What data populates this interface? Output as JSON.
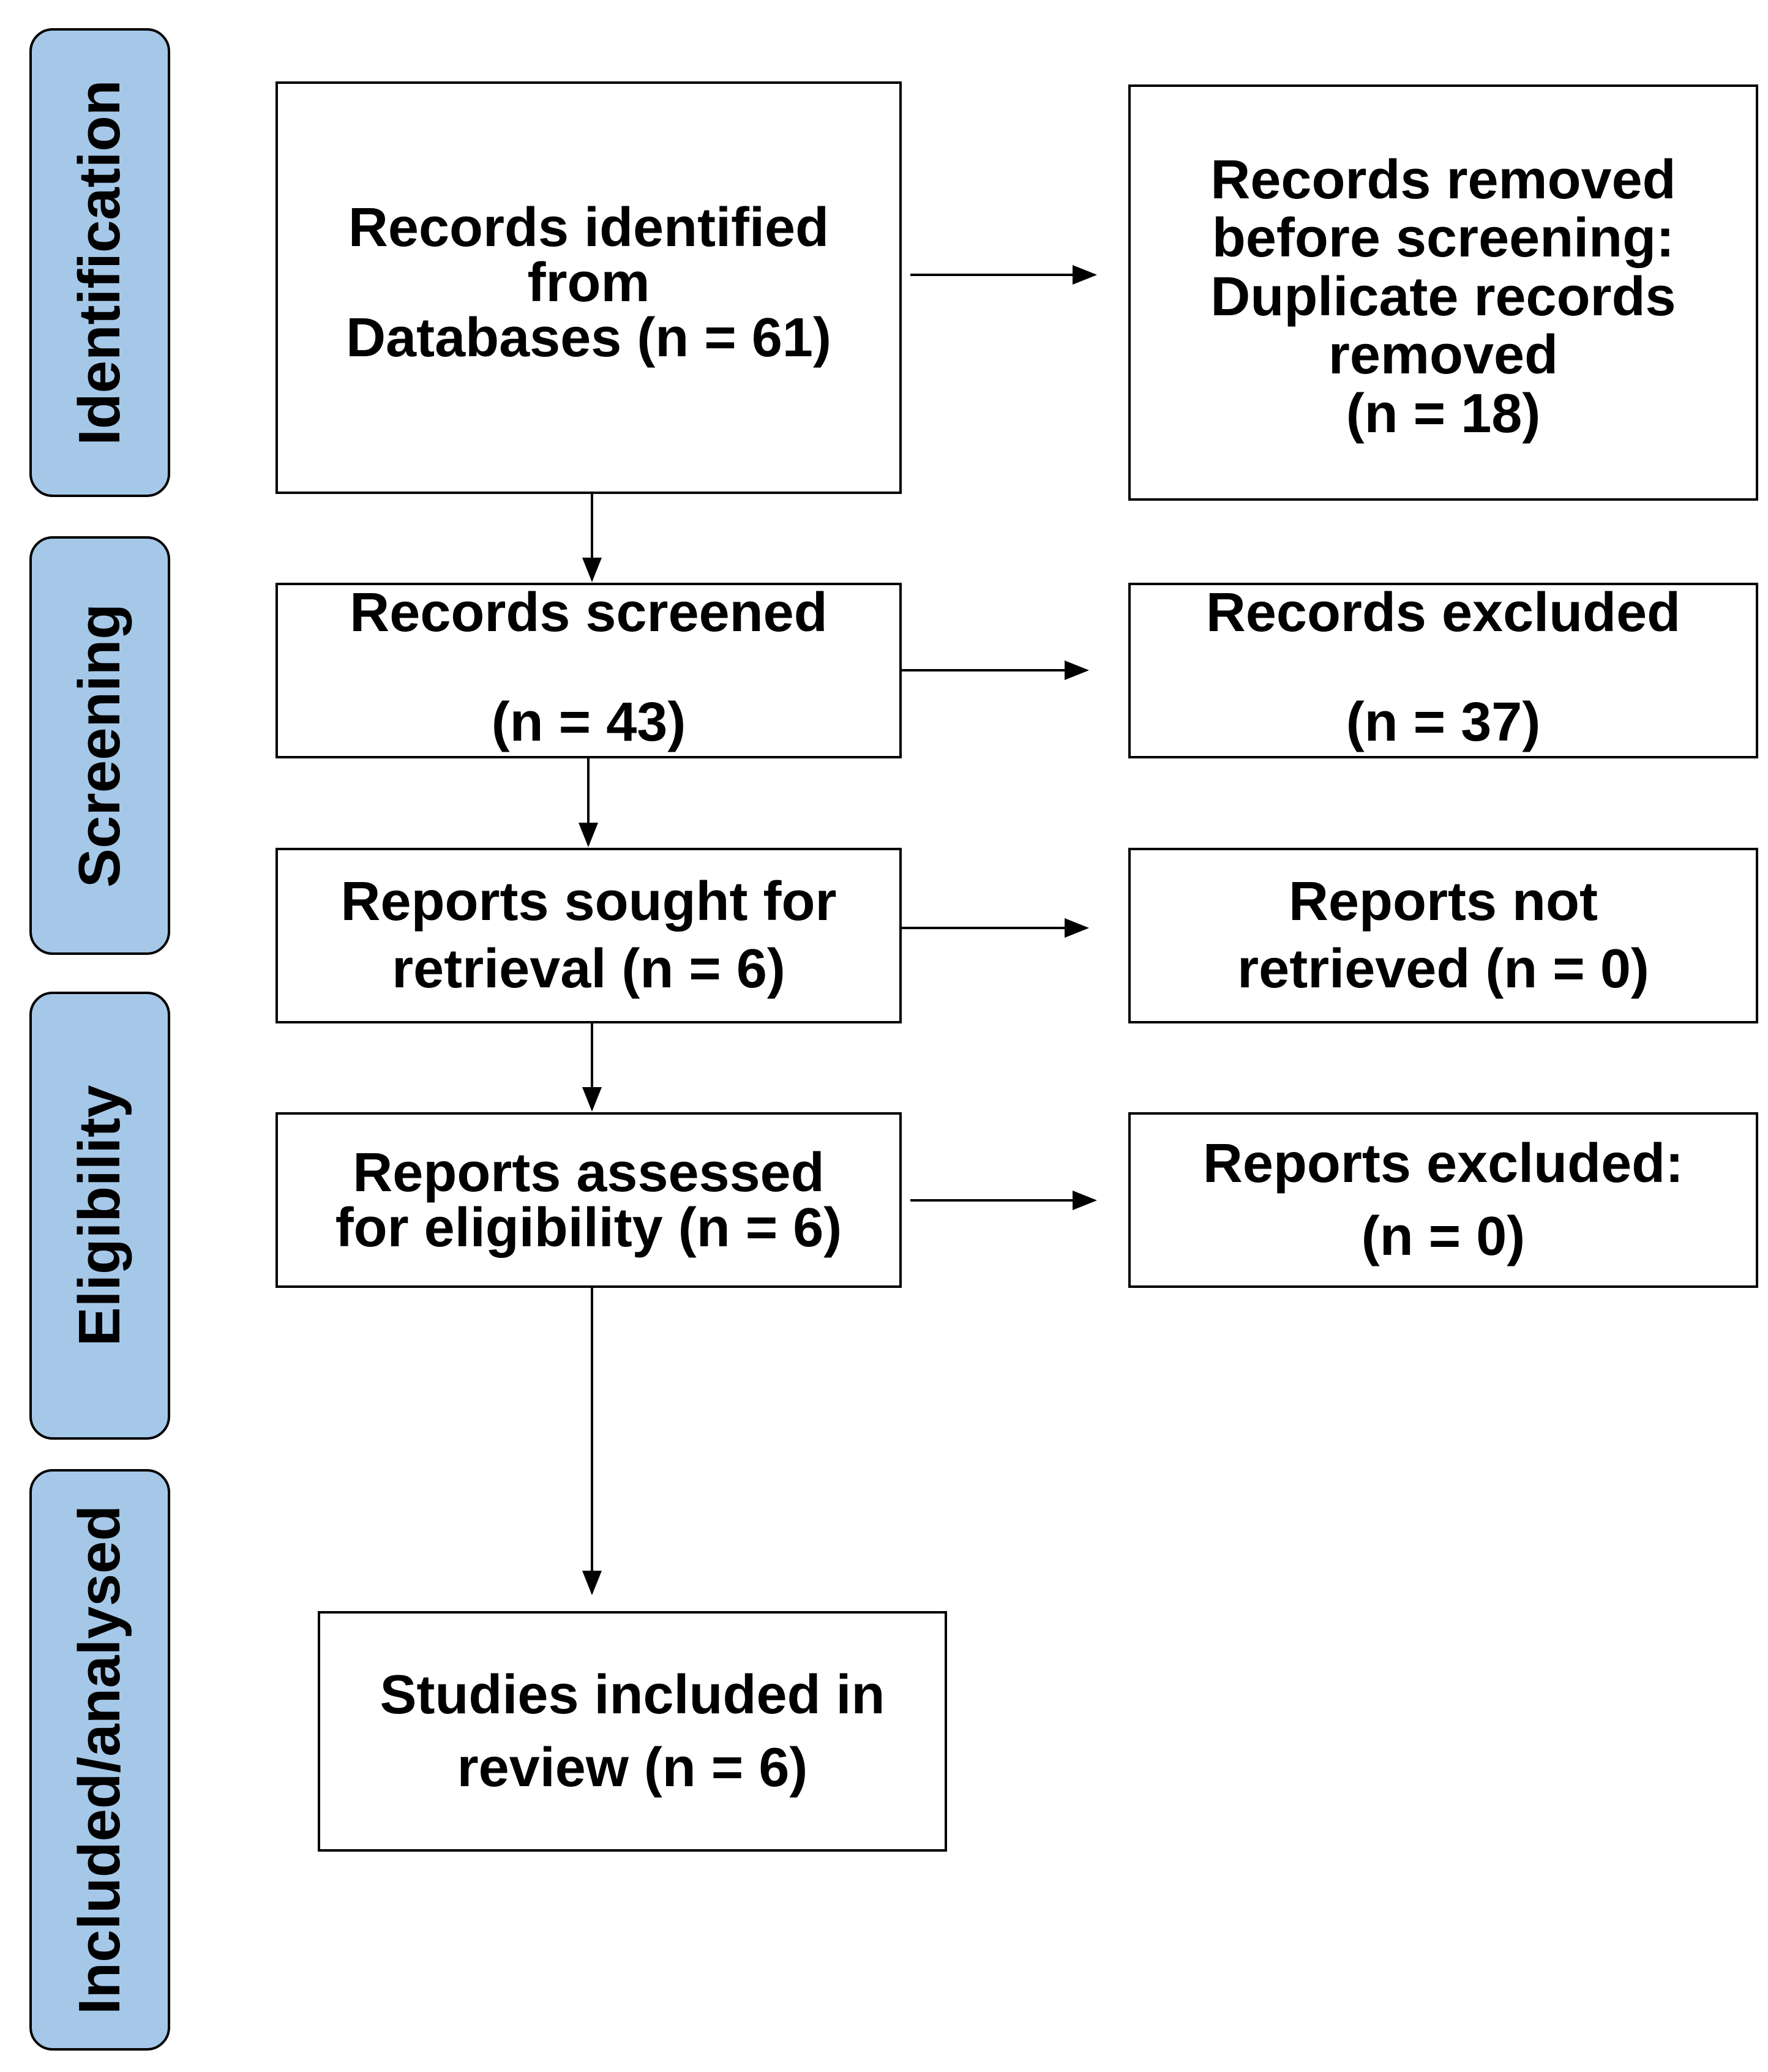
{
  "stages": [
    {
      "id": "identification",
      "label": "Identification"
    },
    {
      "id": "screening",
      "label": "Screening"
    },
    {
      "id": "eligibility",
      "label": "Eligibility"
    },
    {
      "id": "included",
      "label": "Included/analysed"
    }
  ],
  "boxes": {
    "records_identified": {
      "lines": [
        "Records identified",
        "from",
        "Databases (n = 61)"
      ]
    },
    "records_removed": {
      "lines": [
        "Records removed",
        "before screening:",
        "Duplicate records",
        "removed",
        "(n = 18)"
      ]
    },
    "records_screened": {
      "lines": [
        "Records screened",
        "(n = 43)"
      ]
    },
    "records_excluded": {
      "lines": [
        "Records excluded",
        "(n = 37)"
      ]
    },
    "reports_sought": {
      "lines": [
        "Reports sought for",
        "retrieval (n = 6)"
      ]
    },
    "reports_not_retrieved": {
      "lines": [
        "Reports not",
        "retrieved (n = 0)"
      ]
    },
    "reports_assessed": {
      "lines": [
        "Reports assessed",
        "for eligibility (n = 6)"
      ]
    },
    "reports_excluded": {
      "lines": [
        "Reports excluded:",
        "(n = 0)"
      ]
    },
    "studies_included": {
      "lines": [
        "Studies included in",
        "review (n = 6)"
      ]
    }
  }
}
